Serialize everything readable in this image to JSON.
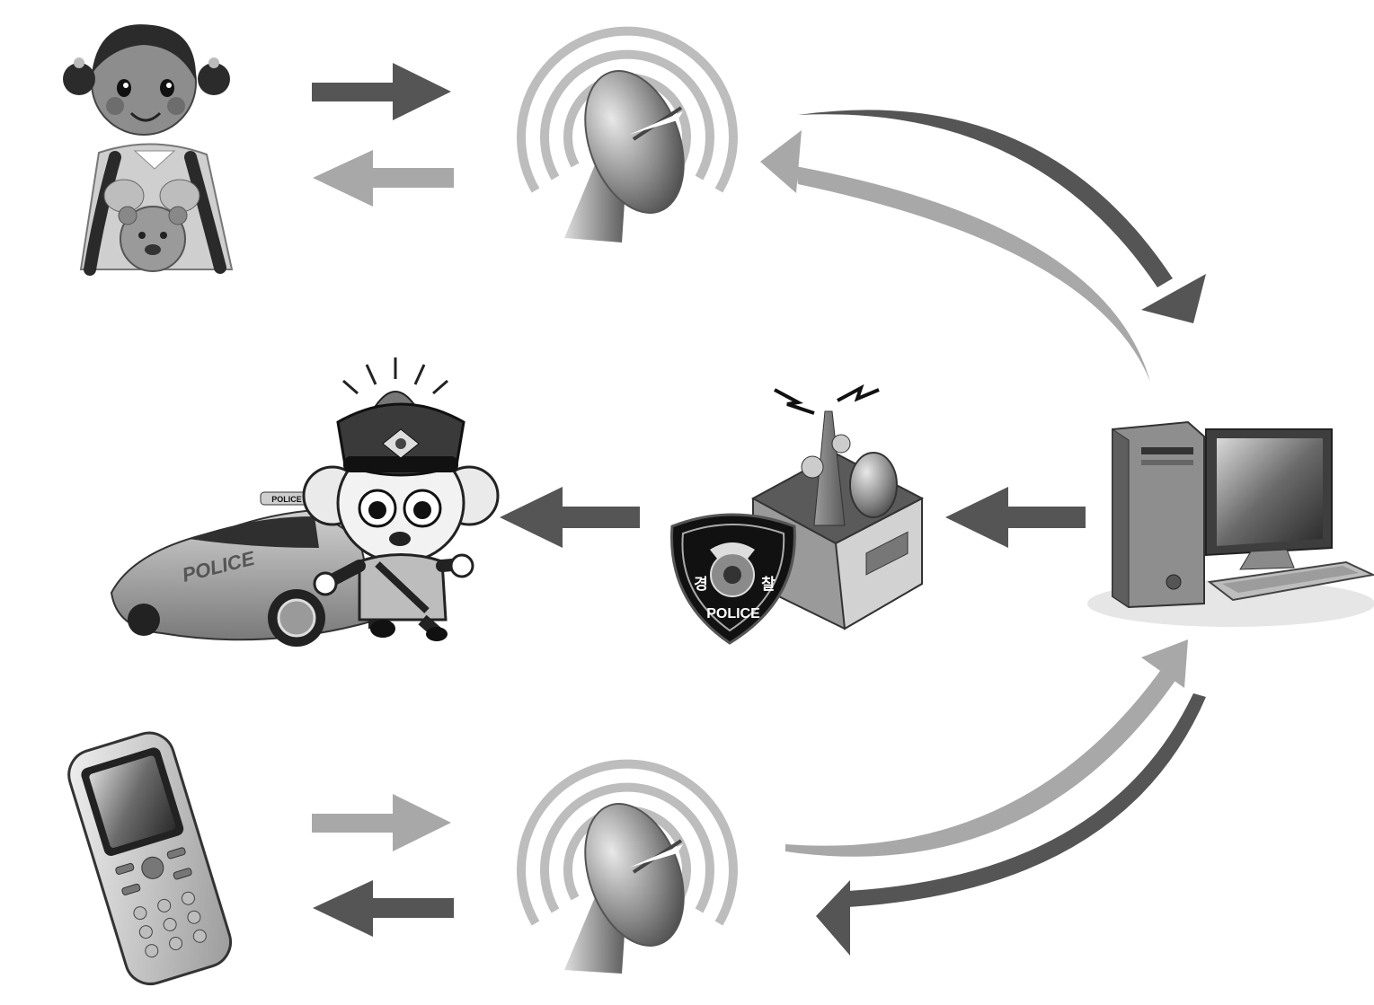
{
  "diagram": {
    "badge": {
      "left_text": "경",
      "right_text": "찰",
      "bottom_text": "POLICE"
    },
    "car_door_text": "POLICE",
    "car_roof_text": "POLICE",
    "colors": {
      "dark_arrow": "#555555",
      "light_arrow": "#a8a8a8",
      "background": "#ffffff"
    }
  }
}
